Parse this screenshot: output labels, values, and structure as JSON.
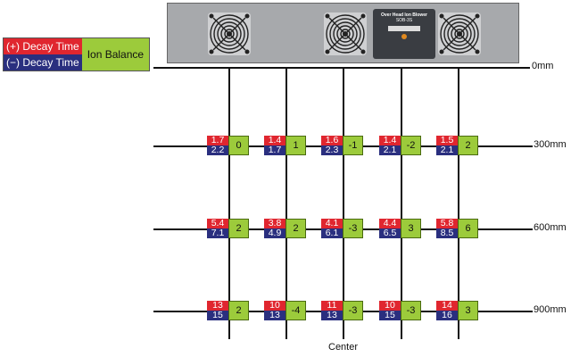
{
  "legend": {
    "plus": "(+) Decay Time",
    "minus": "(−) Decay Time",
    "balance": "Ion Balance"
  },
  "device": {
    "title": "Over Head Ion Blower",
    "model": "SOB-3S"
  },
  "levels": [
    "0mm",
    "300mm",
    "600mm",
    "900mm"
  ],
  "center_label": "Center",
  "rows": [
    {
      "cells": [
        {
          "plus": "1.7",
          "minus": "2.2",
          "balance": "0"
        },
        {
          "plus": "1.4",
          "minus": "1.7",
          "balance": "1"
        },
        {
          "plus": "1.6",
          "minus": "2.3",
          "balance": "-1"
        },
        {
          "plus": "1.4",
          "minus": "2.1",
          "balance": "-2"
        },
        {
          "plus": "1.5",
          "minus": "2.1",
          "balance": "2"
        }
      ]
    },
    {
      "cells": [
        {
          "plus": "5.4",
          "minus": "7.1",
          "balance": "2"
        },
        {
          "plus": "3.8",
          "minus": "4.9",
          "balance": "2"
        },
        {
          "plus": "4.1",
          "minus": "6.1",
          "balance": "-3"
        },
        {
          "plus": "4.4",
          "minus": "6.5",
          "balance": "3"
        },
        {
          "plus": "5.8",
          "minus": "8.5",
          "balance": "6"
        }
      ]
    },
    {
      "cells": [
        {
          "plus": "13",
          "minus": "15",
          "balance": "2"
        },
        {
          "plus": "10",
          "minus": "13",
          "balance": "-4"
        },
        {
          "plus": "11",
          "minus": "13",
          "balance": "-3"
        },
        {
          "plus": "10",
          "minus": "15",
          "balance": "-3"
        },
        {
          "plus": "14",
          "minus": "16",
          "balance": "3"
        }
      ]
    }
  ]
}
